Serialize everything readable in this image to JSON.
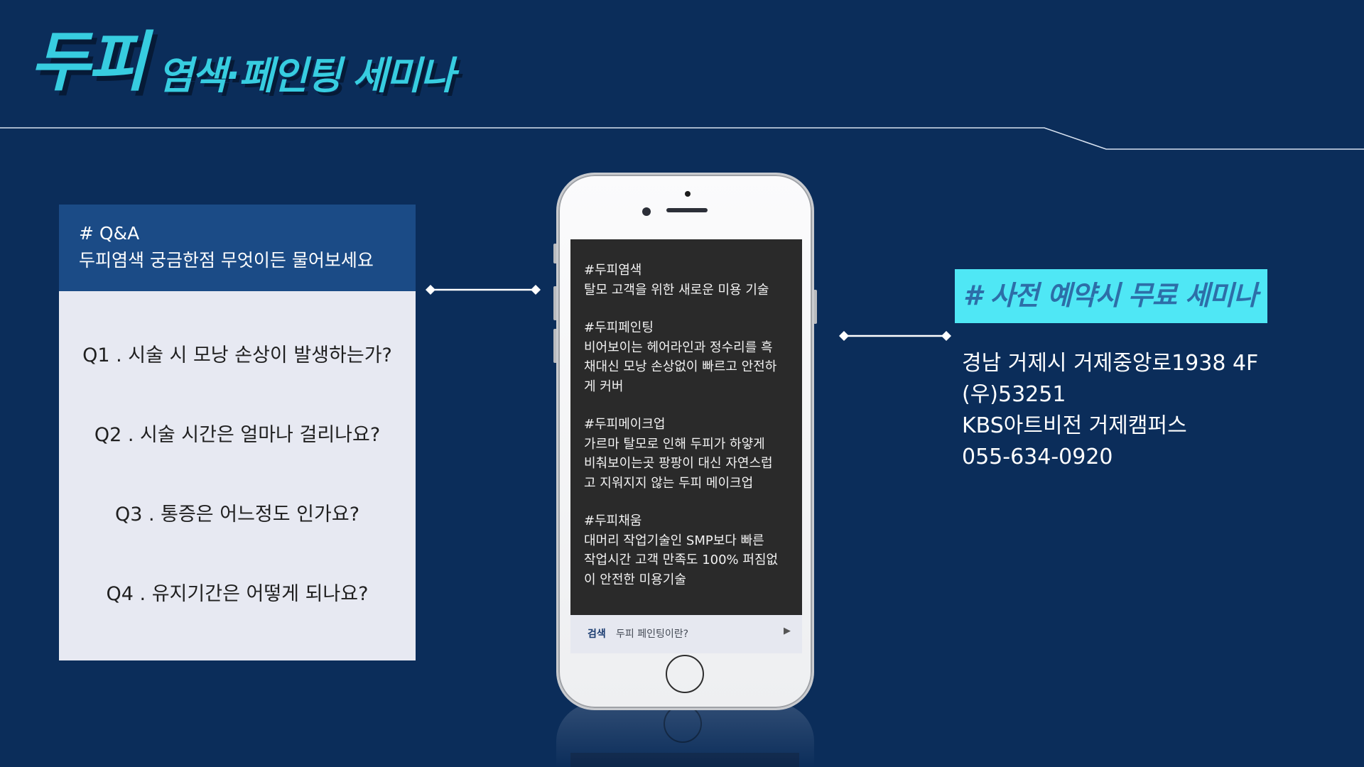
{
  "title": {
    "main": "두피",
    "sub": "염색·페인팅 세미나"
  },
  "qa": {
    "tag": "# Q&A",
    "subtitle": "두피염색 궁금한점 무엇이든 물어보세요",
    "questions": [
      "Q1 . 시술 시 모낭 손상이 발생하는가?",
      "Q2 . 시술 시간은 얼마나 걸리나요?",
      "Q3 . 통증은 어느정도 인가요?",
      "Q4 . 유지기간은 어떻게 되나요?"
    ]
  },
  "phone": {
    "posts": [
      {
        "tag": "#두피염색",
        "lines": [
          "탈모 고객을 위한 새로운 미용 기술"
        ]
      },
      {
        "tag": "#두피페인팅",
        "lines": [
          "비어보이는 헤어라인과 정수리를 흑",
          "채대신 모낭 손상없이 빠르고 안전하",
          "게 커버"
        ]
      },
      {
        "tag": "#두피메이크업",
        "lines": [
          "가르마 탈모로 인해 두피가 하얗게",
          "비춰보이는곳 팡팡이 대신 자연스럽",
          "고 지워지지 않는 두피 메이크업"
        ]
      },
      {
        "tag": "#두피채움",
        "lines": [
          "대머리 작업기술인 SMP보다 빠른",
          "작업시간 고객 만족도 100% 퍼짐없",
          "이 안전한 미용기술"
        ]
      }
    ],
    "search": {
      "label": "검색",
      "query": "두피 페인팅이란?",
      "arrow_icon": "play-triangle-icon"
    }
  },
  "promo": {
    "label": "# 사전 예약시 무료 세미나"
  },
  "address": {
    "line1": "경남 거제시 거제중앙로1938 4F",
    "line2": "(우)53251",
    "line3": "KBS아트비전 거제캠퍼스",
    "line4": "055-634-0920"
  },
  "colors": {
    "background": "#0b2d5a",
    "accent": "#37cde0",
    "promo_bg": "#4fe7f5",
    "qa_header": "#1b4b86",
    "qa_body": "#e7e9f2"
  }
}
